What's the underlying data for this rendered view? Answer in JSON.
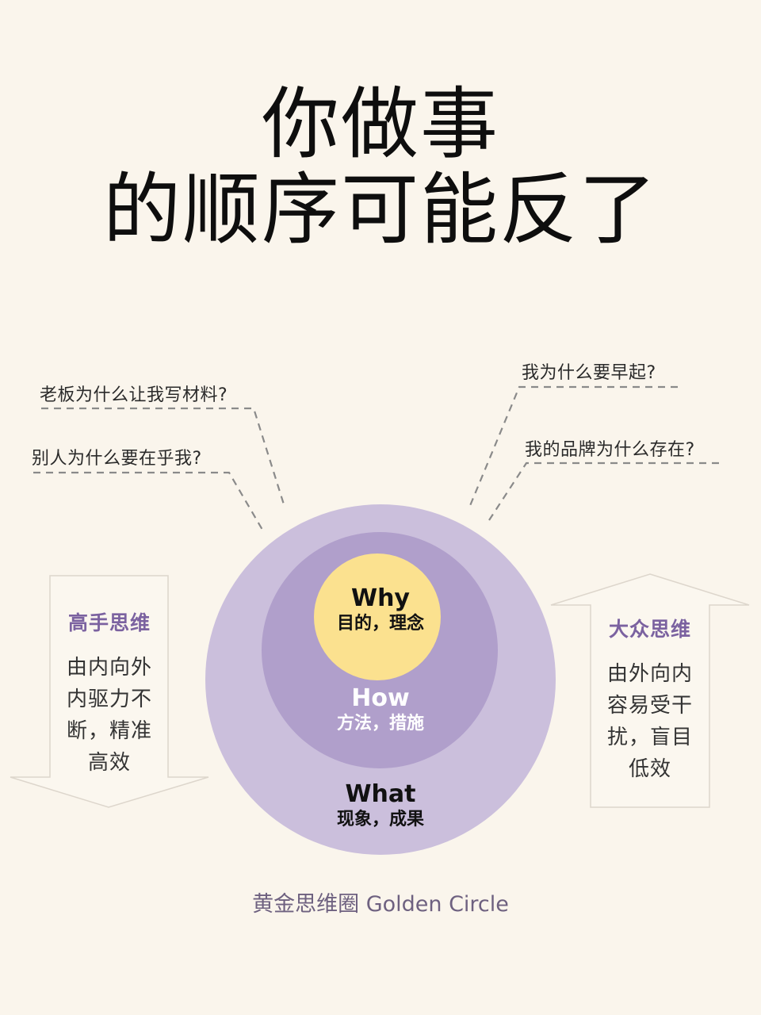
{
  "title": {
    "line1": "你做事",
    "line2": "的顺序可能反了"
  },
  "questions": {
    "left": [
      "老板为什么让我写材料?",
      "别人为什么要在乎我?"
    ],
    "right": [
      "我为什么要早起?",
      "我的品牌为什么存在?"
    ]
  },
  "golden_circle": {
    "why": {
      "label": "Why",
      "desc": "目的，理念",
      "color": "#fbe18f"
    },
    "how": {
      "label": "How",
      "desc": "方法，措施",
      "color": "#b09fcb"
    },
    "what": {
      "label": "What",
      "desc": "现象，成果",
      "color": "#cbbfdc"
    }
  },
  "left_arrow": {
    "direction": "down",
    "title": "高手思维",
    "lines": [
      "由内向外",
      "内驱力不",
      "断，精准",
      "高效"
    ]
  },
  "right_arrow": {
    "direction": "up",
    "title": "大众思维",
    "lines": [
      "由外向内",
      "容易受干",
      "扰，盲目",
      "低效"
    ]
  },
  "footer": {
    "zh": "黄金思维圈",
    "en": "Golden Circle"
  },
  "colors": {
    "background": "#faf5ec",
    "accent_purple": "#7b62a0",
    "dash_gray": "#8a8a8a"
  }
}
